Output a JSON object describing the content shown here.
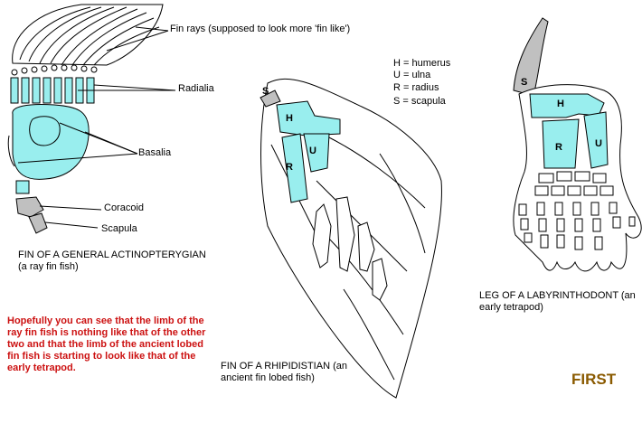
{
  "labels": {
    "fin_rays": "Fin rays (supposed to look more 'fin like')",
    "radialia": "Radialia",
    "basalia": "Basalia",
    "coracoid": "Coracoid",
    "scapula": "Scapula",
    "fin_actinopterygian": "FIN OF A GENERAL ACTINOPTERYGIAN (a ray fin fish)",
    "note": "Hopefully you can see that the limb of the ray fin fish is nothing like that of the other two and that the limb of the ancient lobed fin fish is starting to look like that of the early tetrapod.",
    "fin_rhipidistian": "FIN OF A RHIPIDISTIAN (an ancient fin lobed fish)",
    "leg_labyrinthodont": "LEG OF A LABYRINTHODONT (an early tetrapod)",
    "first": "FIRST"
  },
  "legend": {
    "humerus": "H = humerus",
    "ulna": "U = ulna",
    "radius": "R = radius",
    "scapula": "S = scapula"
  },
  "bones": {
    "s": "S",
    "h": "H",
    "u": "U",
    "r": "R"
  },
  "colors": {
    "bone": "#99eeee",
    "scapula_gray": "#c0c0c0",
    "note_red": "#cc1111",
    "first_brown": "#8a5a00"
  }
}
